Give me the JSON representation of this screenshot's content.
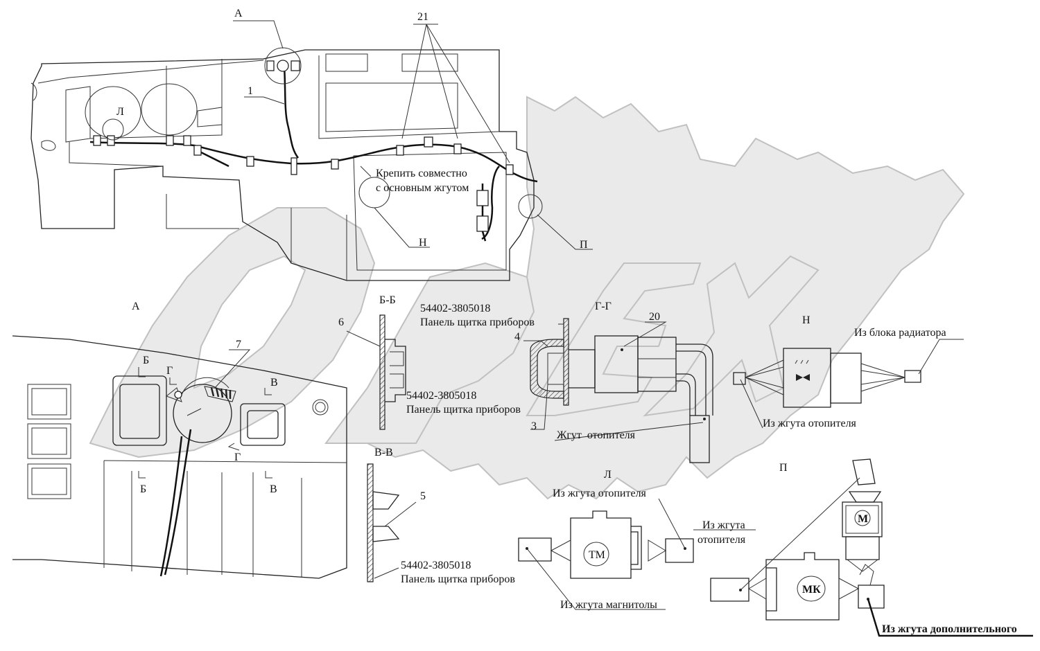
{
  "watermark": "OPEX",
  "labels": {
    "callout_A_top": "А",
    "callout_21": "21",
    "callout_1": "1",
    "callout_L_top": "Л",
    "note_mount": "Крепить совместно",
    "note_mount2": "с основным жгутом",
    "callout_N": "Н",
    "callout_P": "П",
    "view_A": "А",
    "section_B_top": "Б",
    "section_G_top": "Г",
    "section_V_top": "В",
    "section_G_bottom": "Г",
    "section_B_bottom": "Б",
    "section_V_bottom": "В",
    "callout_7": "7",
    "section_BB": "Б-Б",
    "callout_6": "6",
    "part_1_num": "54402-3805018",
    "part_1_name": "Панель щитка приборов",
    "part_2_num": "54402-3805018",
    "part_2_name": "Панель щитка приборов",
    "section_VV": "В-В",
    "callout_5": "5",
    "part_3_num": "54402-3805018",
    "part_3_name": "Панель щитка приборов",
    "section_GG": "Г-Г",
    "callout_20": "20",
    "callout_4": "4",
    "callout_3": "3",
    "heater_harness": "Жгут  отопителя",
    "view_N": "Н",
    "from_radiator": "Из блока радиатора",
    "from_heater_N": "Из жгута отопителя",
    "view_L": "Л",
    "from_heater_L": "Из жгута отопителя",
    "from_radio": "Из жгута магнитолы",
    "tm_label": "ТМ",
    "view_P": "П",
    "from_heater_P1": "Из жгута",
    "from_heater_P2": "отопителя",
    "mk_label": "МК",
    "m_label": "М",
    "from_additional": "Из жгута дополнительного"
  }
}
